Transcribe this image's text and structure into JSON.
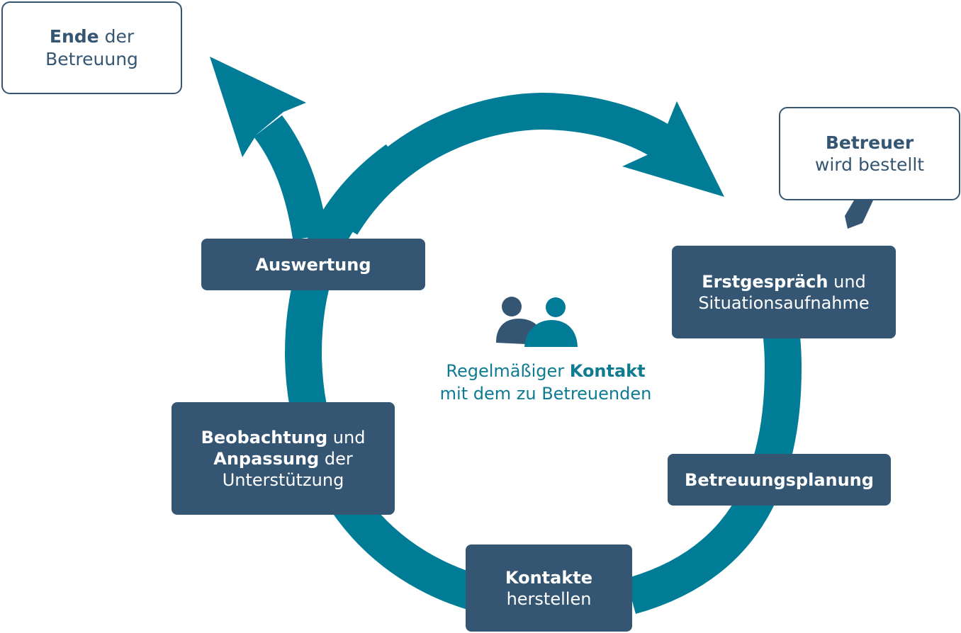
{
  "colors": {
    "teal": "#017c96",
    "navy": "#345673",
    "center_text": "#0e7b92"
  },
  "center": {
    "icon": "people-icon",
    "line1_a": "Regelmäßiger ",
    "line1_b": "Kontakt",
    "line2": "mit dem zu Betreuenden"
  },
  "ende": {
    "bold": "Ende",
    "rest": " der",
    "line2": "Betreuung"
  },
  "betreuer": {
    "bold": "Betreuer",
    "line2": "wird bestellt"
  },
  "steps": {
    "erstgespraech": {
      "bold": "Erstgespräch",
      "rest": " und",
      "line2": "Situationsaufnahme"
    },
    "betreuungsplanung": {
      "bold": "Betreuungsplanung"
    },
    "kontakte": {
      "bold": "Kontakte",
      "line2": "herstellen"
    },
    "beobachtung": {
      "bold1": "Beobachtung",
      "rest1": " und",
      "bold2": "Anpassung",
      "rest2": " der",
      "line3": "Unterstützung"
    },
    "auswertung": {
      "bold": "Auswertung"
    }
  }
}
